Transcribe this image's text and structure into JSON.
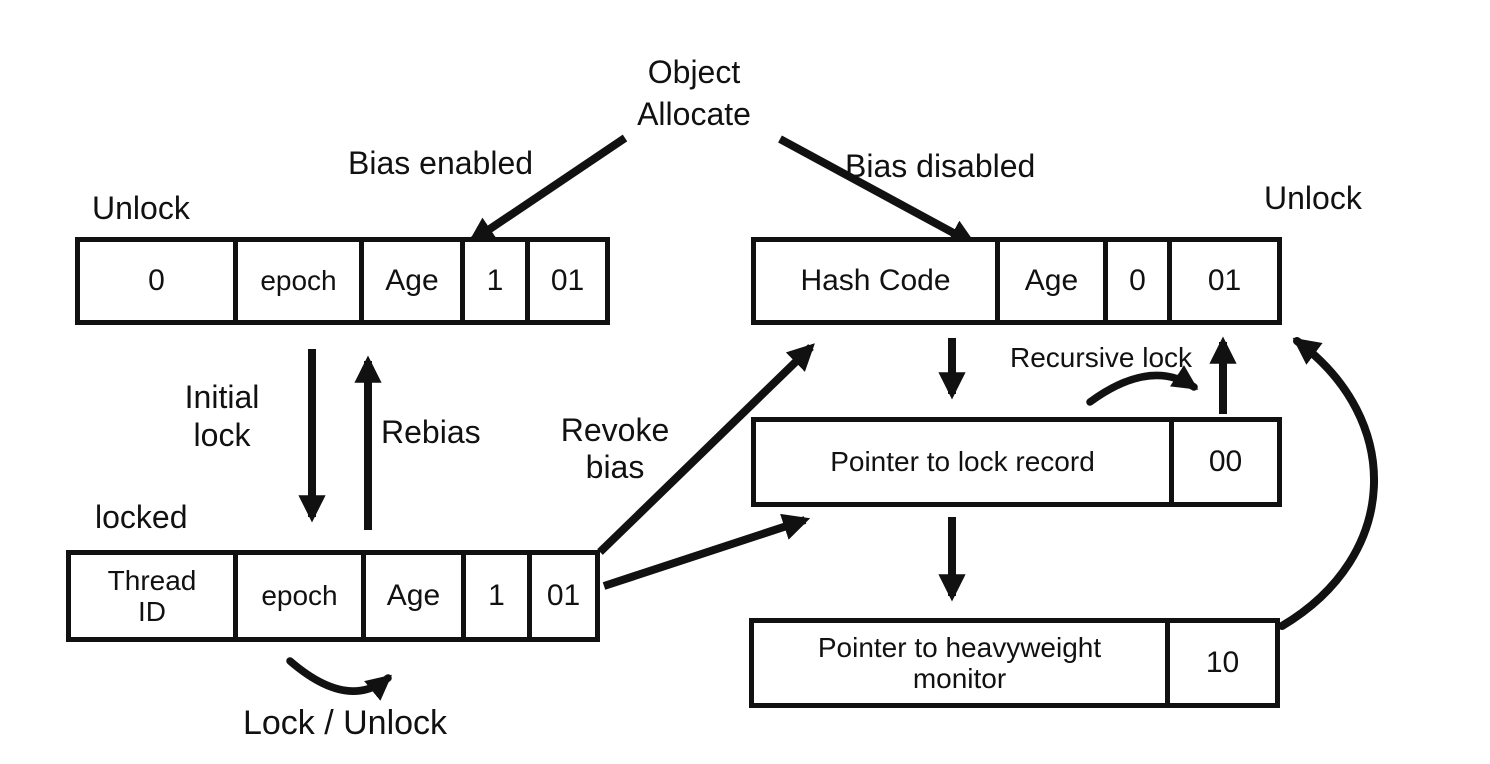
{
  "labels": {
    "object_allocate": "Object\nAllocate",
    "bias_enabled": "Bias enabled",
    "bias_disabled": "Bias disabled",
    "unlock_left": "Unlock",
    "unlock_right": "Unlock",
    "locked": "locked",
    "initial_lock": "Initial\nlock",
    "rebias": "Rebias",
    "revoke_bias": "Revoke\nbias",
    "lock_unlock": "Lock / Unlock",
    "recursive_lock": "Recursive lock"
  },
  "boxes": {
    "biased_unlocked": {
      "cells": [
        "0",
        "epoch",
        "Age",
        "1",
        "01"
      ]
    },
    "unbiased_unlocked": {
      "cells": [
        "Hash Code",
        "Age",
        "0",
        "01"
      ]
    },
    "biased_locked": {
      "cells": [
        "Thread\nID",
        "epoch",
        "Age",
        "1",
        "01"
      ]
    },
    "lightweight_locked": {
      "cells": [
        "Pointer to lock record",
        "00"
      ]
    },
    "heavyweight_locked": {
      "cells": [
        "Pointer to heavyweight\nmonitor",
        "10"
      ]
    }
  },
  "colors": {
    "ink": "#111111",
    "background": "#ffffff"
  }
}
